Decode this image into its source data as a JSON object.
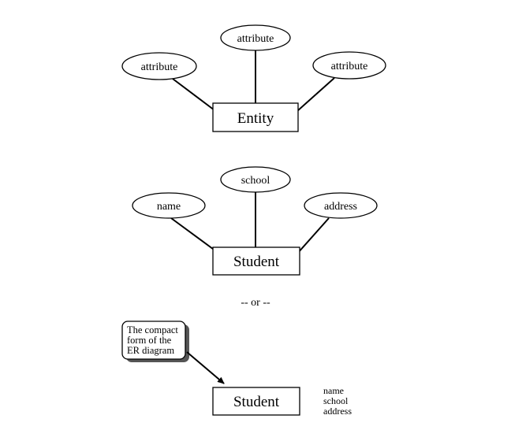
{
  "generic_diagram": {
    "entity": "Entity",
    "attributes": [
      "attribute",
      "attribute",
      "attribute"
    ]
  },
  "student_diagram": {
    "entity": "Student",
    "attributes": [
      "name",
      "school",
      "address"
    ]
  },
  "separator": "-- or --",
  "compact": {
    "note_lines": [
      "The compact",
      "form of the",
      "ER diagram"
    ],
    "entity": "Student",
    "attribute_list": [
      "name",
      "school",
      "address"
    ]
  }
}
